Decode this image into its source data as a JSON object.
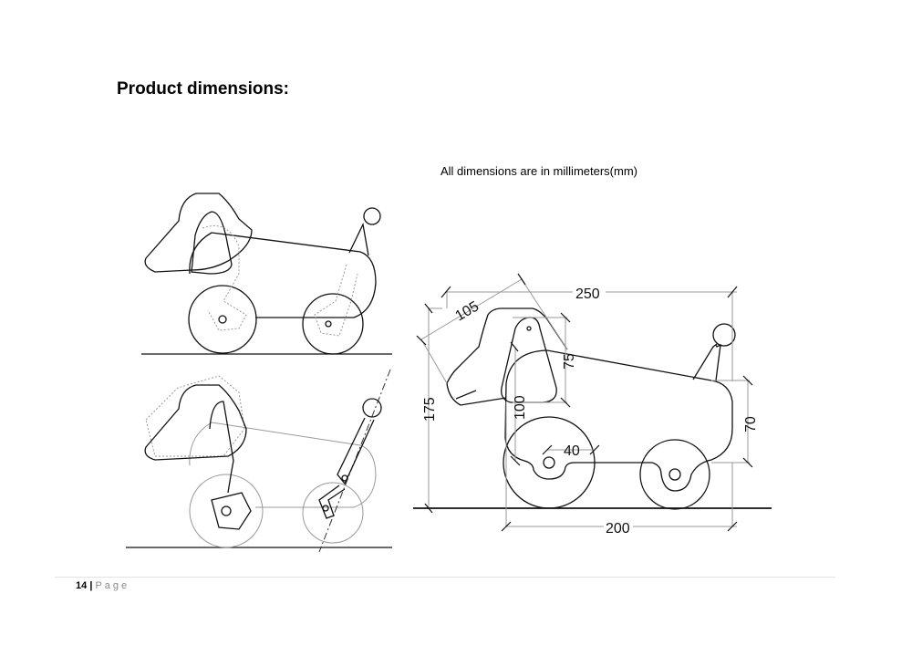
{
  "heading": "Product dimensions:",
  "note": "All dimensions are in millimeters(mm)",
  "dimensions": {
    "overall_length": "250",
    "head_length": "105",
    "ear_height": "75",
    "body_front_height": "100",
    "overall_height": "175",
    "rear_height": "70",
    "wheel_offset": "40",
    "wheelbase_width": "200"
  },
  "footer": {
    "page_number": "14",
    "separator": "|",
    "page_label": "Page"
  }
}
